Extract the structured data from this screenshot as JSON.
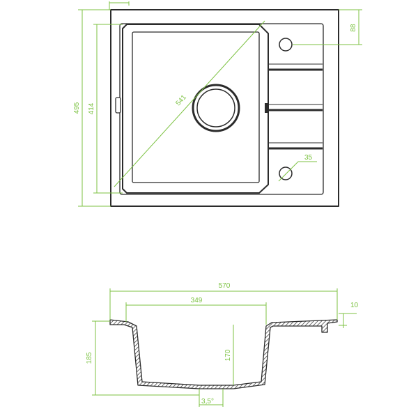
{
  "top_view": {
    "dims": {
      "overall_depth": "495",
      "bowl_depth": "414",
      "diagonal": "541",
      "tap_hole_offset": "88",
      "hole_diameter": "35"
    }
  },
  "section_view": {
    "dims": {
      "overall_width": "570",
      "bowl_width": "349",
      "lip": "10",
      "overall_height": "185",
      "bowl_height": "170",
      "drain_slope": "3,5°"
    }
  },
  "colors": {
    "dimension": "#7cc242",
    "outline": "#2b2b2b"
  }
}
